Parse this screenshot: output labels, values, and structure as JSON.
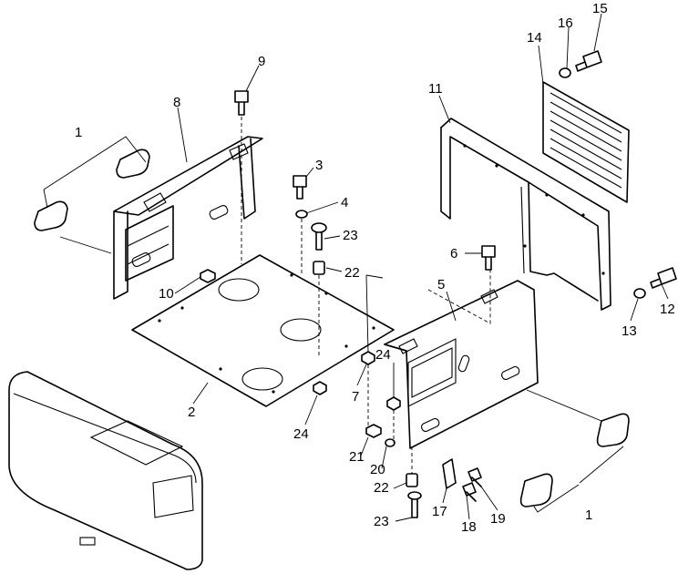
{
  "callouts": [
    {
      "id": "c1a",
      "text": "1"
    },
    {
      "id": "c2",
      "text": "2"
    },
    {
      "id": "c3",
      "text": "3"
    },
    {
      "id": "c4",
      "text": "4"
    },
    {
      "id": "c5",
      "text": "5"
    },
    {
      "id": "c6",
      "text": "6"
    },
    {
      "id": "c7",
      "text": "7"
    },
    {
      "id": "c8",
      "text": "8"
    },
    {
      "id": "c9",
      "text": "9"
    },
    {
      "id": "c10",
      "text": "10"
    },
    {
      "id": "c11",
      "text": "11"
    },
    {
      "id": "c12",
      "text": "12"
    },
    {
      "id": "c13",
      "text": "13"
    },
    {
      "id": "c14",
      "text": "14"
    },
    {
      "id": "c15",
      "text": "15"
    },
    {
      "id": "c16",
      "text": "16"
    },
    {
      "id": "c17",
      "text": "17"
    },
    {
      "id": "c18",
      "text": "18"
    },
    {
      "id": "c19",
      "text": "19"
    },
    {
      "id": "c20",
      "text": "20"
    },
    {
      "id": "c21",
      "text": "21"
    },
    {
      "id": "c22a",
      "text": "22"
    },
    {
      "id": "c22b",
      "text": "22"
    },
    {
      "id": "c23a",
      "text": "23"
    },
    {
      "id": "c23b",
      "text": "23"
    },
    {
      "id": "c24a",
      "text": "24"
    },
    {
      "id": "c24b",
      "text": "24"
    },
    {
      "id": "c1b",
      "text": "1"
    }
  ]
}
